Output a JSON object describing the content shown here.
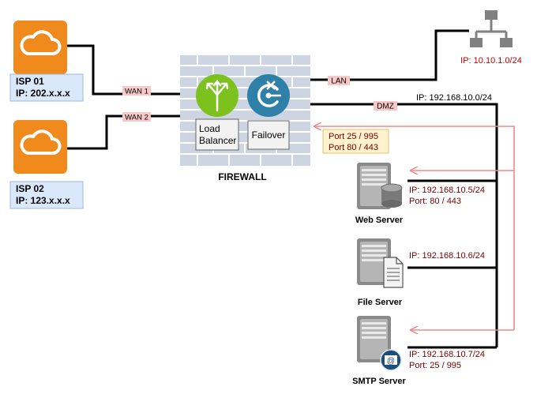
{
  "isp1": {
    "name": "ISP 01",
    "ip": "IP: 202.x.x.x"
  },
  "isp2": {
    "name": "ISP 02",
    "ip": "IP: 123.x.x.x"
  },
  "wan1": "WAN 1",
  "wan2": "WAN 2",
  "lan": "LAN",
  "dmz": "DMZ",
  "firewall": {
    "label": "FIREWALL",
    "load_balancer": [
      "Load",
      "Balancer"
    ],
    "failover": "Failover"
  },
  "lan_network": {
    "ip": "IP: 10.10.1.0/24"
  },
  "dmz_network": {
    "ip": "IP: 192.168.10.0/24"
  },
  "ports_note": [
    "Port 25 / 995",
    "Port 80 / 443"
  ],
  "web_server": {
    "name": "Web Server",
    "ip": "IP: 192.168.10.5/24",
    "port": "Port: 80 / 443"
  },
  "file_server": {
    "name": "File Server",
    "ip": "IP: 192.168.10.6/24"
  },
  "smtp_server": {
    "name": "SMTP Server",
    "ip": "IP: 192.168.10.7/24",
    "port": "Port: 25 / 995"
  },
  "colors": {
    "isp_orange": "#f08a1c",
    "label_red": "#8b0000",
    "highlight_pink": "#f8c8c8",
    "arrow_pink": "#f08a8a",
    "note_yellow": "#fff2cc",
    "isp_box_blue": "#dae8fc",
    "firewall_gray": "#cdd5e2",
    "lb_green": "#7dc11e",
    "failover_blue": "#2f80a8"
  }
}
